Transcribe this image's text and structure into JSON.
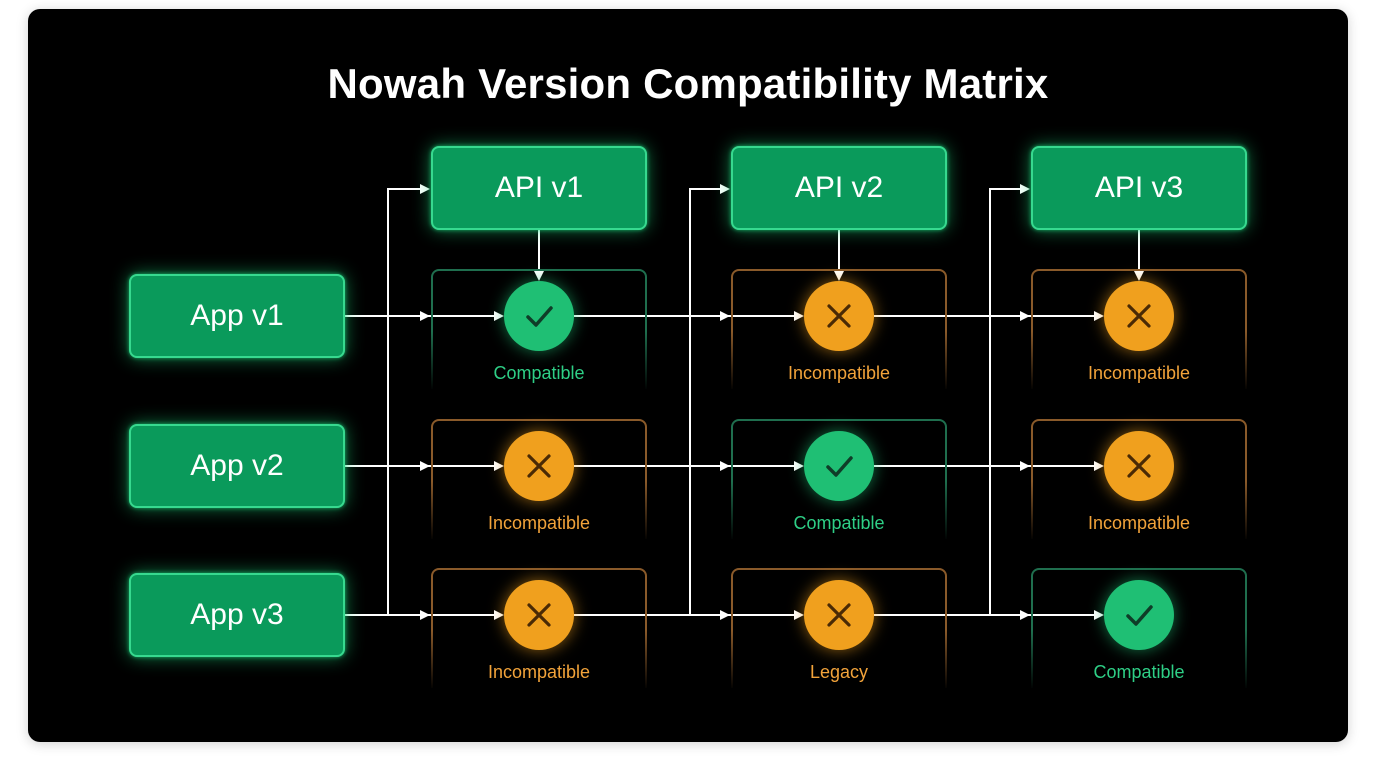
{
  "title": "Nowah Version Compatibility Matrix",
  "apis": [
    "API v1",
    "API v2",
    "API v3"
  ],
  "apps": [
    "App v1",
    "App v2",
    "App v3"
  ],
  "matrix": [
    [
      {
        "status": "good",
        "label": "Compatible"
      },
      {
        "status": "bad",
        "label": "Incompatible"
      },
      {
        "status": "bad",
        "label": "Incompatible"
      }
    ],
    [
      {
        "status": "bad",
        "label": "Incompatible"
      },
      {
        "status": "good",
        "label": "Compatible"
      },
      {
        "status": "bad",
        "label": "Incompatible"
      }
    ],
    [
      {
        "status": "bad",
        "label": "Incompatible"
      },
      {
        "status": "bad",
        "label": "Legacy"
      },
      {
        "status": "good",
        "label": "Compatible"
      }
    ]
  ],
  "colors": {
    "box_fill": "#0a9a5b",
    "compatible": "#1fbf74",
    "incompatible": "#f0a01e",
    "background": "#000000"
  },
  "icons": {
    "good": "check-icon",
    "bad": "cross-icon"
  }
}
